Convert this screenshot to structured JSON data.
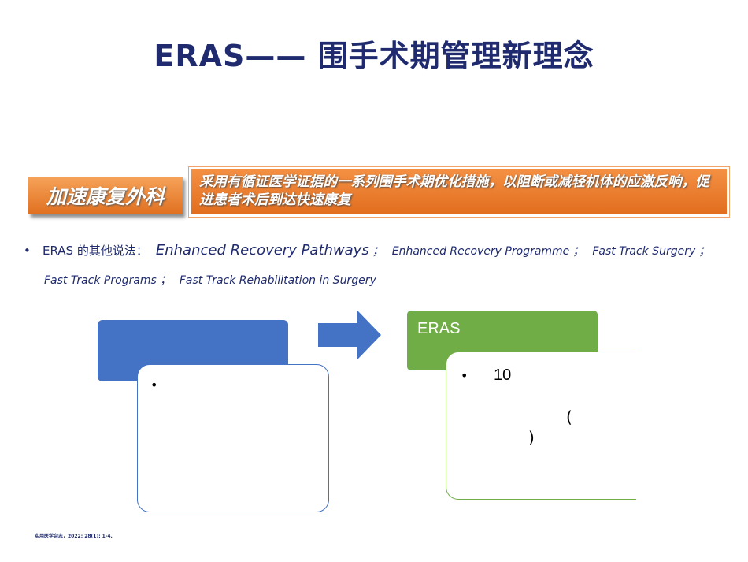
{
  "slide": {
    "title": "ERAS—— 围手术期管理新理念"
  },
  "definition": {
    "label": "加速康复外科",
    "text": "采用有循证医学证据的一系列围手术期优化措施，以阻断或减轻机体的应激反响，促进患者术后到达快速康复"
  },
  "aliases": {
    "bullet": "•",
    "lead": "ERAS 的其他说法：",
    "items": [
      "Enhanced Recovery Pathways",
      "Enhanced Recovery Programme",
      "Fast Track Surgery",
      "Fast Track Programs",
      "Fast Track Rehabilitation in Surgery"
    ],
    "separator": "；"
  },
  "left_card": {
    "header_text": "",
    "bullet": "•"
  },
  "right_card": {
    "header_text": "ERAS",
    "bullet": "•",
    "number": "10",
    "paren_open": "(",
    "paren_close": ")"
  },
  "footnote": "实用医学杂志，2022; 28(1): 1-4.",
  "colors": {
    "title": "#1f2b6e",
    "orange": "#ed7d31",
    "blue": "#4472c4",
    "green": "#70ad47"
  }
}
